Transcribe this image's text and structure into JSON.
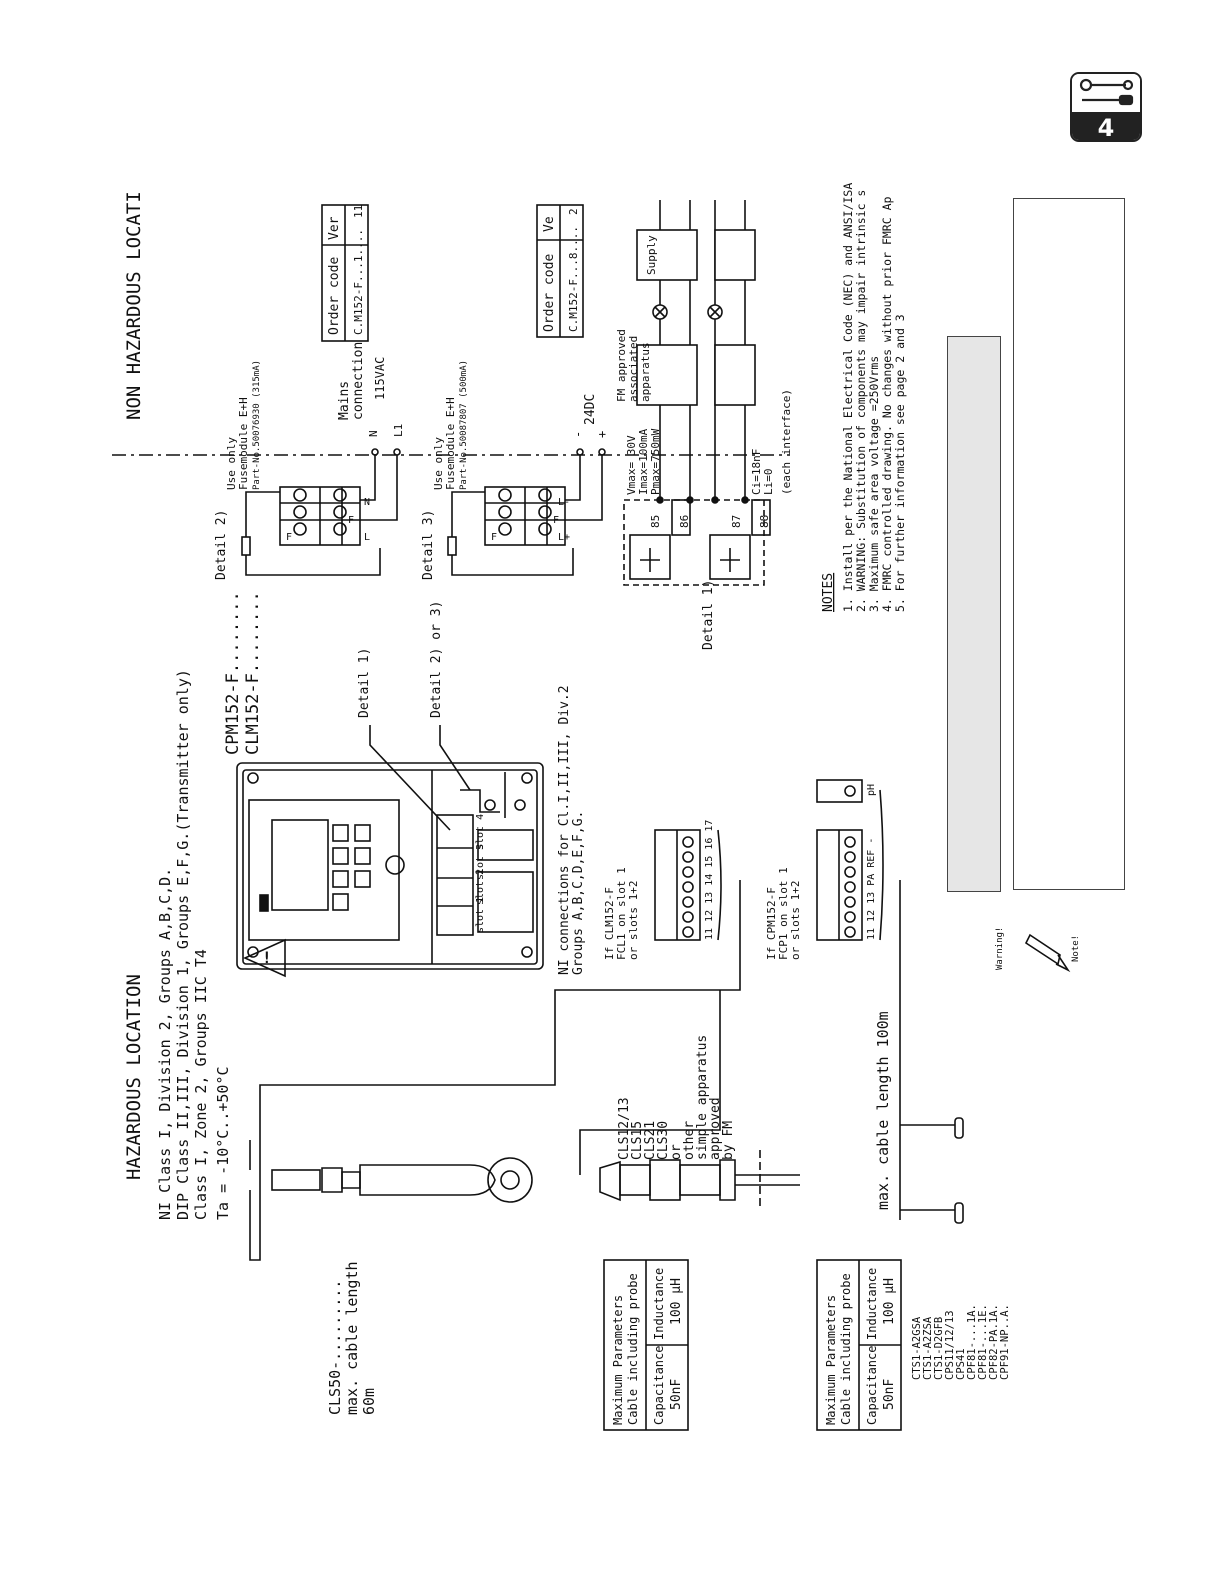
{
  "page": {
    "chapter_number": "4"
  },
  "titles": {
    "hazardous": "HAZARDOUS LOCATION",
    "non_hazardous": "NON HAZARDOUS LOCATI"
  },
  "hazardous_lines": [
    "NI  Class I, Division 2, Groups A,B,C,D.",
    "DIP Class II,III, Division 1, Groups E,F,G.(Transmitter only)",
    "    Class I, Zone 2, Groups IIC T4",
    "Ta = -10°C..+50°C"
  ],
  "transmitter": {
    "model_1": "CPM152-F........",
    "model_2": "CLM152-F........"
  },
  "detail_labels": {
    "d1_probe": "Detail 1)",
    "d2or3": "Detail 2) or 3)",
    "d1": "Detail 1)",
    "d2": "Detail 2)",
    "d3": "Detail 3)"
  },
  "slots": [
    "slot 1",
    "slot 2",
    "slot 3",
    "slot 4"
  ],
  "ni_connections": [
    "NI connections for Cl.I,II,III, Div.2",
    "Groups A,B,C,D,E,F,G."
  ],
  "clm_block": {
    "lines": [
      "If CLM152-F",
      "FCL1 on slot 1",
      "or slots 1+2"
    ],
    "terminals": "11 12 13 14 15 16 17"
  },
  "cpm_block": {
    "lines": [
      "If CPM152-F",
      "FCP1 on slot 1",
      "or slots 1+2"
    ],
    "terminals": "11 12 13 PA REF -",
    "ph": "pH"
  },
  "detail2": {
    "fuse_lines": [
      "Use only",
      "Fusemodule E+H",
      "Part-No.50076930 (315mA)"
    ],
    "terminals": [
      "F",
      "F",
      "L",
      "N"
    ],
    "mains": [
      "Mains",
      "connection",
      "115VAC"
    ],
    "n": "N",
    "l1": "L1",
    "table_headers": [
      "Order code",
      "Ver"
    ],
    "table_values": [
      "C.M152-F...1....",
      "11"
    ]
  },
  "detail3": {
    "fuse_lines": [
      "Use only",
      "Fusemodule E+H",
      "Part-No.50087807 (500mA)"
    ],
    "terminals": [
      "F",
      "F",
      "L+",
      "L-"
    ],
    "dc": "24DC",
    "minus": "-",
    "plus": "+",
    "table_headers": [
      "Order code",
      "Ve"
    ],
    "table_values": [
      "C.M152-F...8....",
      "2"
    ]
  },
  "detail1": {
    "terminals": [
      "85",
      "86",
      "87",
      "88"
    ],
    "vmax": [
      "Vmax= 30V",
      "Imax=100mA",
      "Pmax=750mW"
    ],
    "ci": [
      "Ci=18nF",
      "Li=0",
      "(each interface)"
    ],
    "fm": [
      "FM approved",
      "associated",
      "apparatus"
    ],
    "supply": "Supply"
  },
  "notes": {
    "heading": "NOTES",
    "items": [
      "1. Install per the National Electrical Code (NEC) and ANSI/ISA",
      "2. WARNING: Substitution of components may impair intrinsic s",
      "3. Maximum safe area voltage =250Vrms",
      "4. FMRC controlled drawing. No changes without prior FMRC Ap",
      "5. For further information see page 2 and 3"
    ]
  },
  "icons": {
    "warning": "Warning!",
    "note": "Note!"
  },
  "sensors": {
    "cls12_lines": [
      "CLS12/13",
      "CLS15",
      "CLS21",
      "CLS30",
      "or",
      "other",
      "simple apparatus",
      "approved",
      "by FM"
    ],
    "cable_length": "max. cable length 100m",
    "cls50": [
      "CLS50-.........",
      "max. cable length",
      "60m"
    ],
    "probe_list": [
      "CTS1-A2GSA",
      "CTS1-A2ZSA",
      "CTS1-D2GFB",
      "CPS11/12/13",
      "CPS41",
      "CPF81-...1A.",
      "CPF81-...1E.",
      "CPF82-PA.1A.",
      "CPF91-NP..A."
    ]
  },
  "param_tables": [
    {
      "title": [
        "Maximum Parameters",
        "Cable including probe"
      ],
      "headers": [
        "Capacitance",
        "Inductance"
      ],
      "values": [
        "50nF",
        "100 µH"
      ]
    },
    {
      "title": [
        "Maximum Parameters",
        "Cable including probe"
      ],
      "headers": [
        "Capacitance",
        "Inductance"
      ],
      "values": [
        "50nF",
        "100 µH"
      ]
    }
  ]
}
